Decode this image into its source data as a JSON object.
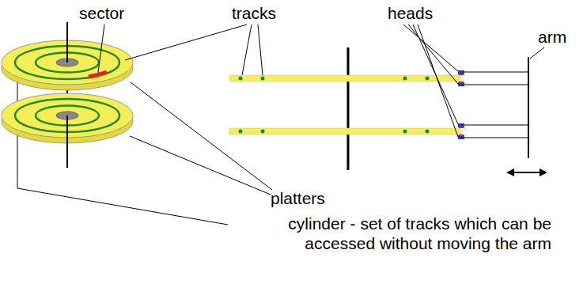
{
  "diagram": {
    "labels": [
      "sector",
      "tracks",
      "heads",
      "arm",
      "platters",
      "cylinder - set of tracks which can be accessed without moving the arm"
    ]
  }
}
